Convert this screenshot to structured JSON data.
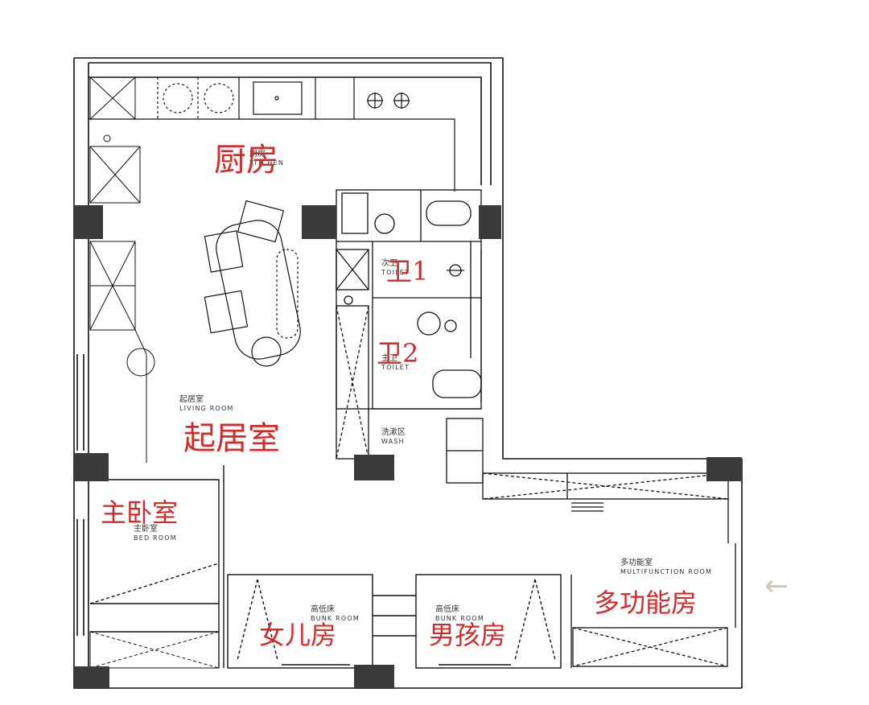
{
  "rooms": {
    "kitchen": {
      "cn": "厨房",
      "en": "KITCHEN",
      "handwritten": "厨房"
    },
    "toilet1": {
      "cn": "次卫",
      "en": "TOILET",
      "handwritten": "卫1"
    },
    "toilet2": {
      "cn": "主卫",
      "en": "TOILET",
      "handwritten": "卫2"
    },
    "wash": {
      "cn": "洗漱区",
      "en": "WASH"
    },
    "living": {
      "cn": "起居室",
      "en": "LIVING ROOM",
      "handwritten": "起居室"
    },
    "master": {
      "cn": "主卧室",
      "en": "BED ROOM",
      "handwritten": "主卧室"
    },
    "daughter": {
      "cn": "高低床",
      "en": "BUNK ROOM",
      "handwritten": "女儿房"
    },
    "son": {
      "cn": "高低床",
      "en": "BUNK ROOM",
      "handwritten": "男孩房"
    },
    "multi": {
      "cn": "多功能室",
      "en": "MULTIFUNCTION ROOM",
      "handwritten": "多功能房"
    }
  },
  "arrow": "←",
  "colors": {
    "wall": "#111111",
    "column": "#3a3a3a",
    "annotation": "#d42a2a"
  }
}
